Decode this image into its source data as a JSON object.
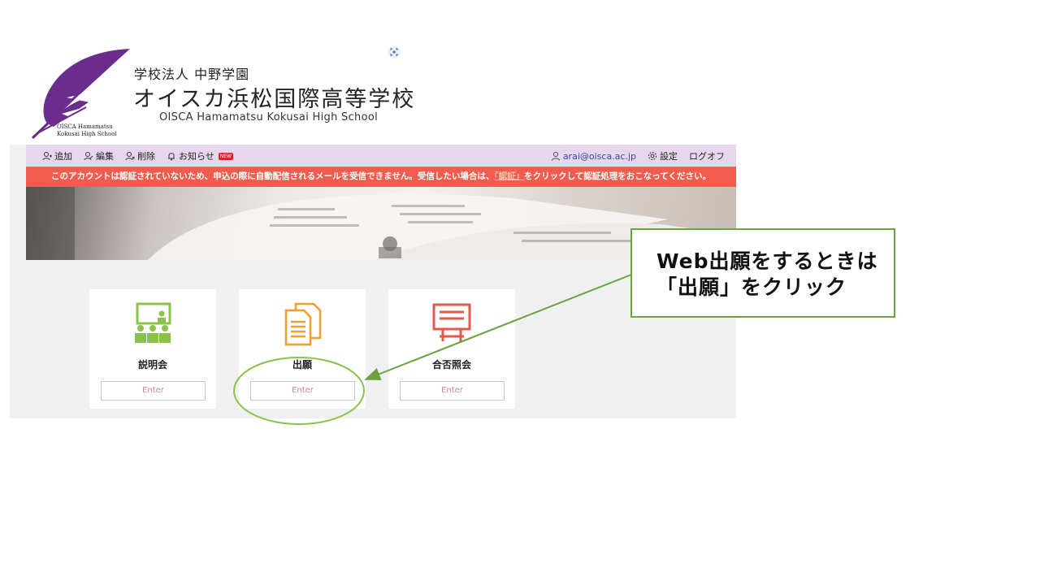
{
  "school": {
    "sub_title": "学校法人 中野学園",
    "name": "オイスカ浜松国際高等学校",
    "name_en": "OISCA Hamamatsu Kokusai High School",
    "logo_caption_line1": "OISCA Hamamatsu",
    "logo_caption_line2": "Kokusai High School",
    "brand_color": "#6b2d8c"
  },
  "toolbar": {
    "add": "追加",
    "edit": "編集",
    "delete": "削除",
    "notice": "お知らせ",
    "new_badge": "NEW",
    "email": "arai@oisca.ac.jp",
    "settings": "設定",
    "logout": "ログオフ"
  },
  "warning": {
    "text_before": "このアカウントは認証されていないため、申込の際に自動配信されるメールを受信できません。受信したい場合は、",
    "link": "「認証」",
    "text_after": "をクリックして認証処理をおこなってください。"
  },
  "cards": [
    {
      "title": "説明会",
      "button": "Enter",
      "color": "#8bc34a"
    },
    {
      "title": "出願",
      "button": "Enter",
      "color": "#f39c33"
    },
    {
      "title": "合否照会",
      "button": "Enter",
      "color": "#e05a4e"
    }
  ],
  "annotation": {
    "text": "Web出願をするときは\n「出願」をクリック",
    "color": "#6aa340"
  }
}
